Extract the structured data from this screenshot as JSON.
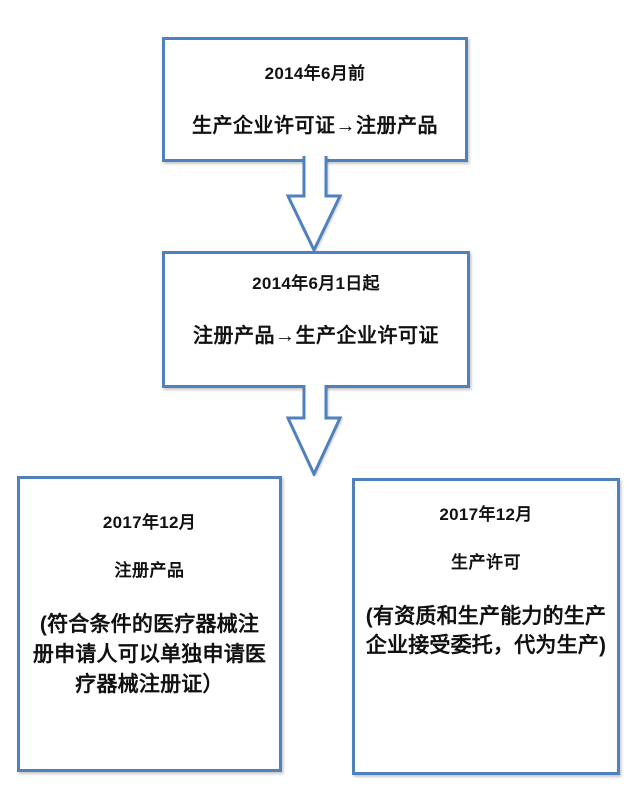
{
  "diagram": {
    "accent_border_color": "#4f81bd",
    "text_color": "#111111",
    "boxes": {
      "stage1": {
        "title": "2014年6月前",
        "flow": "生产企业许可证→注册产品"
      },
      "stage2": {
        "title": "2014年6月1日起",
        "flow": "注册产品→生产企业许可证"
      },
      "stage3_left": {
        "title": "2017年12月",
        "subtitle": "注册产品",
        "note_lines": [
          "(符合条件的医疗器械注",
          "册申请人可以单独申请医",
          "疗器械注册证）"
        ]
      },
      "stage3_right": {
        "title": "2017年12月",
        "subtitle": "生产许可",
        "note_lines": [
          "(有资质和生产能力的生产",
          "企业接受委托，代为生产)"
        ]
      }
    },
    "connectors": [
      {
        "type": "block-arrow-down"
      },
      {
        "type": "block-arrow-down"
      }
    ]
  }
}
